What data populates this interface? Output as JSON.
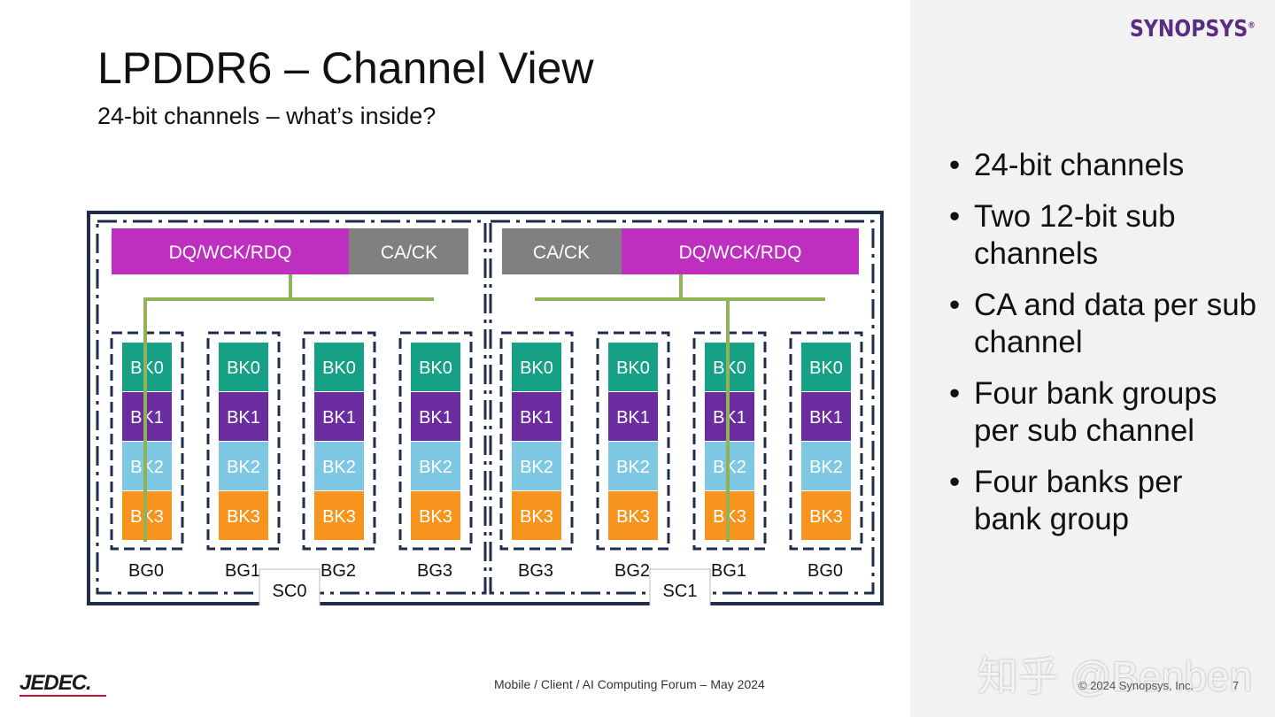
{
  "brand": {
    "logo_text": "SYNOPSYS",
    "logo_mark": "®",
    "logo_color": "#5a2d82"
  },
  "title": "LPDDR6 – Channel View",
  "subtitle": "24-bit channels – what’s inside?",
  "bullets": [
    "24-bit channels",
    "Two 12-bit sub channels",
    "CA and data per sub channel",
    "Four bank groups per sub channel",
    "Four banks per bank group"
  ],
  "diagram": {
    "colors": {
      "dq_bar": "#bf2fbf",
      "ca_bar": "#808080",
      "bk0": "#16a085",
      "bk1": "#6a2c9f",
      "bk2": "#7ec8e3",
      "bk3": "#f7941d",
      "bus": "#8fb356",
      "border": "#1f2d4a"
    },
    "subchannels": [
      {
        "label": "SC0",
        "dq_label": "DQ/WCK/RDQ",
        "ca_label": "CA/CK",
        "bank_groups": [
          {
            "label": "BG0",
            "banks": [
              "BK0",
              "BK1",
              "BK2",
              "BK3"
            ]
          },
          {
            "label": "BG1",
            "banks": [
              "BK0",
              "BK1",
              "BK2",
              "BK3"
            ]
          },
          {
            "label": "BG2",
            "banks": [
              "BK0",
              "BK1",
              "BK2",
              "BK3"
            ]
          },
          {
            "label": "BG3",
            "banks": [
              "BK0",
              "BK1",
              "BK2",
              "BK3"
            ]
          }
        ]
      },
      {
        "label": "SC1",
        "dq_label": "DQ/WCK/RDQ",
        "ca_label": "CA/CK",
        "bank_groups": [
          {
            "label": "BG3",
            "banks": [
              "BK0",
              "BK1",
              "BK2",
              "BK3"
            ]
          },
          {
            "label": "BG2",
            "banks": [
              "BK0",
              "BK1",
              "BK2",
              "BK3"
            ]
          },
          {
            "label": "BG1",
            "banks": [
              "BK0",
              "BK1",
              "BK2",
              "BK3"
            ]
          },
          {
            "label": "BG0",
            "banks": [
              "BK0",
              "BK1",
              "BK2",
              "BK3"
            ]
          }
        ]
      }
    ]
  },
  "footer": {
    "jedec_logo": "JEDEC.",
    "event": "Mobile / Client / AI Computing Forum – May 2024",
    "copyright": "© 2024 Synopsys, Inc.",
    "page": "7"
  },
  "watermark": "知乎 @Benben"
}
